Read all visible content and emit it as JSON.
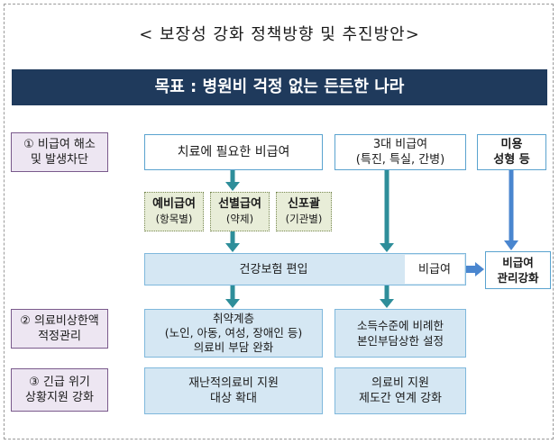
{
  "title": "< 보장성 강화 정책방향 및 추진방안>",
  "goal": "목표 : 병원비 걱정 없는 든든한 나라",
  "rows": {
    "r1": "① 비급여 해소\n및 발생차단",
    "r2": "② 의료비상한액\n적정관리",
    "r3": "③ 긴급 위기\n상황지원 강화"
  },
  "top": {
    "needed": "치료에 필요한 비급여",
    "three": "3대 비급여\n(특진, 특실, 간병)",
    "cosmetic": "미용\n성형 등"
  },
  "sub": [
    {
      "main": "예비급여",
      "sub": "(항목별)"
    },
    {
      "main": "선별급여",
      "sub": "(약제)"
    },
    {
      "main": "신포괄",
      "sub": "(기관별)"
    }
  ],
  "insurance": "건강보험 편입",
  "nonpaid": "비급여",
  "management": "비급여\n관리강화",
  "r2_left": "취약계층\n(노인, 아동, 여성, 장애인 등)\n의료비 부담 완화",
  "r2_right": "소득수준에 비례한\n본인부담상한 설정",
  "r3_left": "재난적의료비 지원\n대상 확대",
  "r3_right": "의료비 지원\n제도간 연계 강화",
  "colors": {
    "goal_bg": "#1f3a5c",
    "arrow_teal": "#2e8e9a",
    "arrow_blue": "#4a86cf"
  }
}
